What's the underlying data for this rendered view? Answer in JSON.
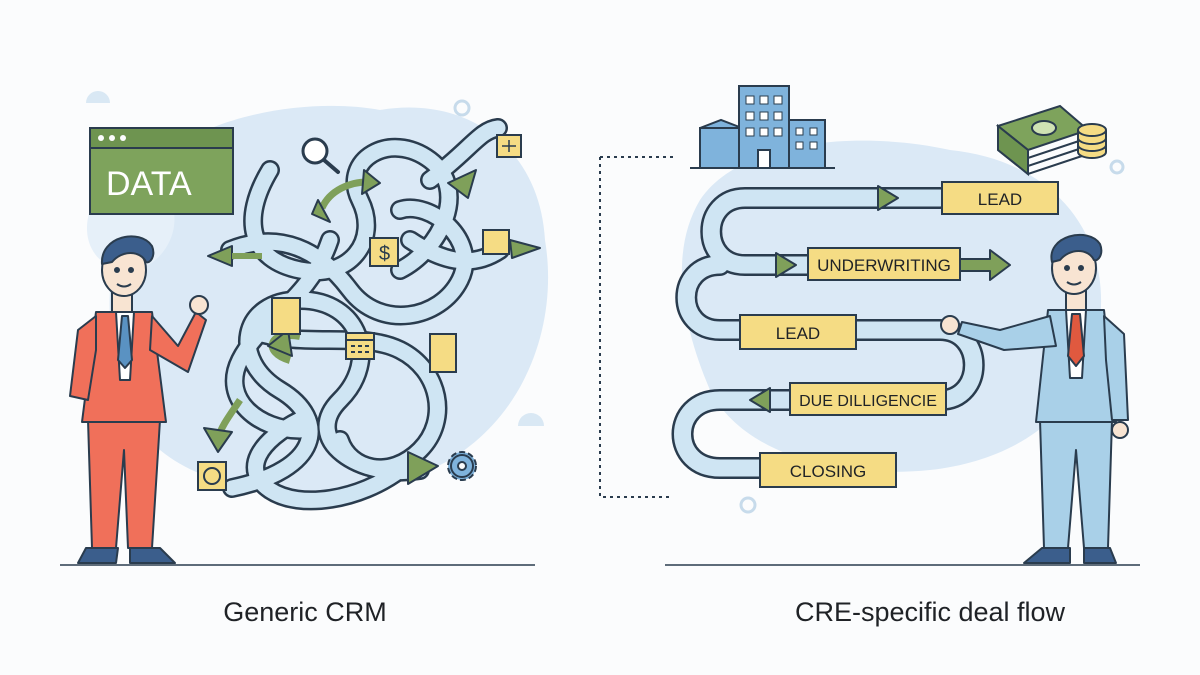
{
  "left_panel": {
    "window_label": "DATA",
    "caption": "Generic CRM",
    "icons": [
      "magnifier-icon",
      "dollar-note-icon",
      "calendar-icon",
      "coin-icon",
      "gear-icon",
      "box-icon",
      "document-icon"
    ]
  },
  "right_panel": {
    "caption": "CRE-specific deal flow",
    "stages": [
      "LEAD",
      "UNDERWRITING",
      "LEAD",
      "DUE DILLIGENCIE",
      "CLOSING"
    ],
    "icons": [
      "building-icon",
      "money-stack-icon"
    ]
  },
  "colors": {
    "pipe": "#cfe5f3",
    "pipe_outline": "#2a3c4e",
    "arrow_green": "#7fa05a",
    "label_yellow": "#f5dc84",
    "blob": "#dbe9f6",
    "left_suit": "#f0705a",
    "right_suit": "#a9d0e8"
  }
}
